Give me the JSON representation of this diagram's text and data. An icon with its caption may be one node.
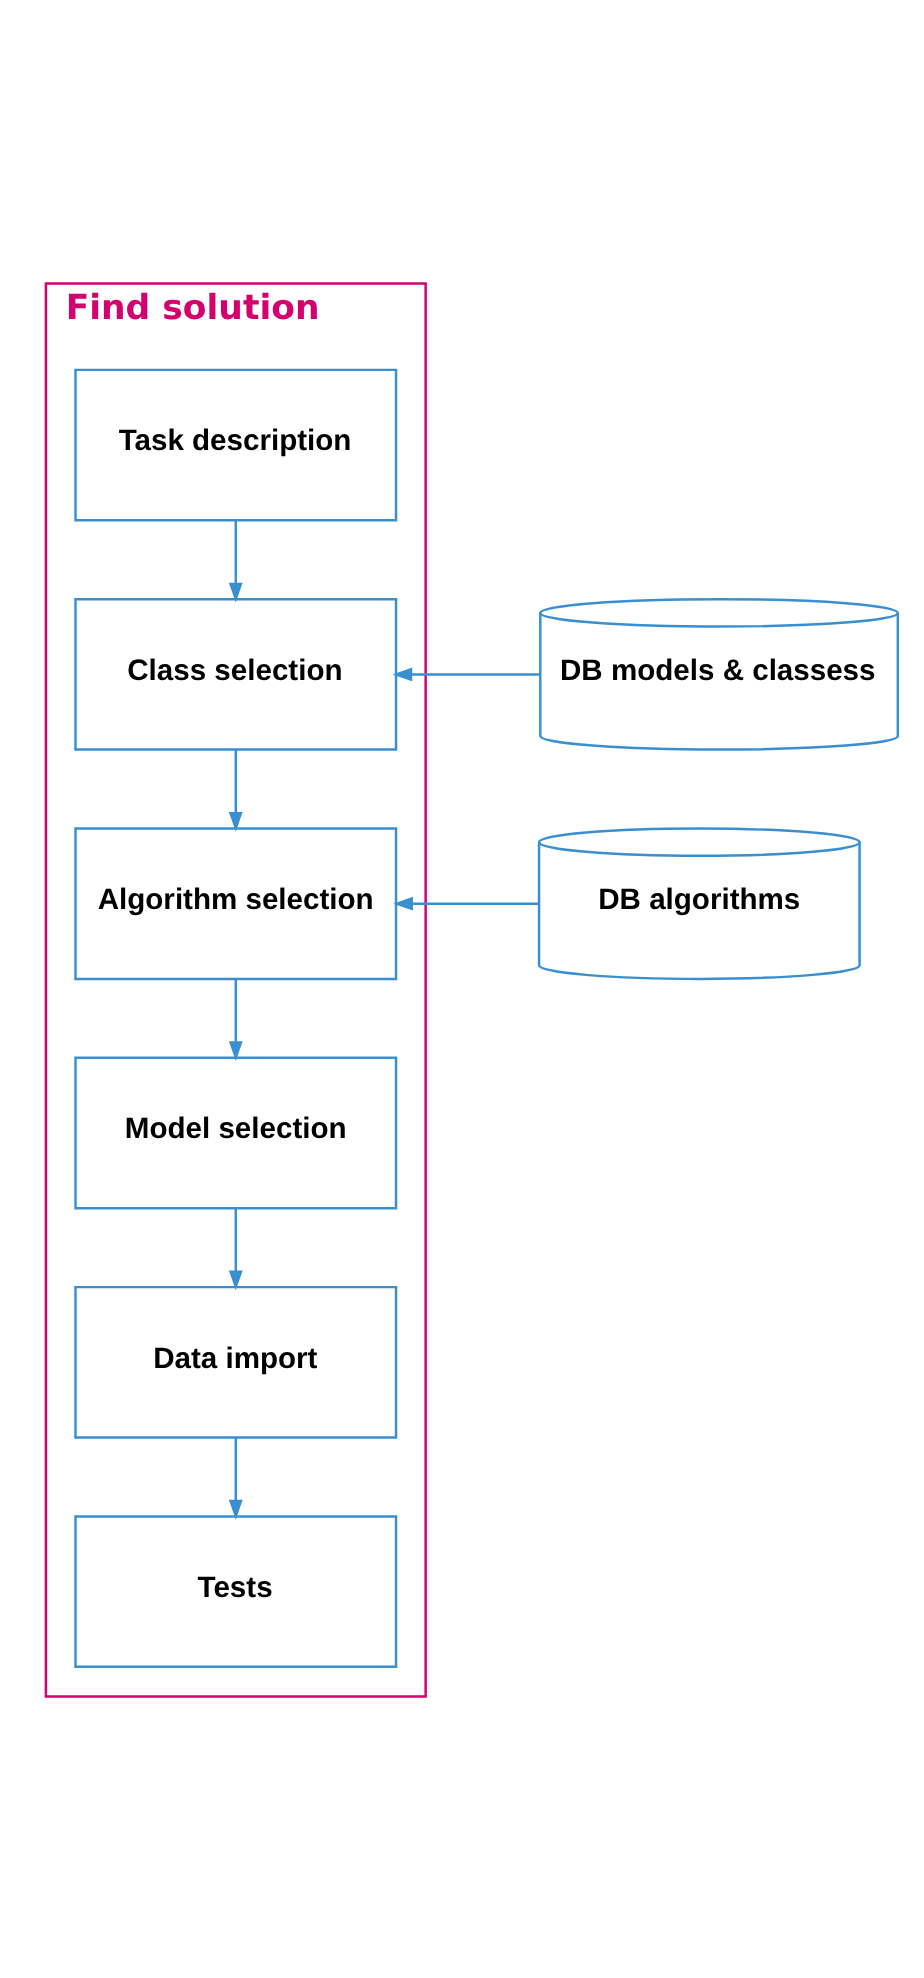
{
  "diagram": {
    "nodes": [
      {
        "text": [
          "Find solution"
        ]
      },
      {
        "text": [
          "Task description"
        ],
        "in": 0
      },
      {
        "text": [
          "Class selection"
        ],
        "in": 0
      },
      {
        "text": [
          "DB models & classess"
        ]
      },
      {
        "text": [
          "Algorithm selection"
        ],
        "in": 0
      },
      {
        "text": [
          "DB algorithms"
        ]
      },
      {
        "text": [
          "Model selection"
        ],
        "in": 0
      },
      {
        "text": [
          "Data import"
        ],
        "in": 0
      },
      {
        "text": [
          "Tests"
        ],
        "in": 0
      }
    ],
    "edges": [
      {
        "from": 1,
        "to": 2,
        "arrow": "to"
      },
      {
        "from": 3,
        "to": 2,
        "arrow": "to"
      },
      {
        "from": 2,
        "to": 4,
        "arrow": "to"
      },
      {
        "from": 5,
        "to": 4,
        "arrow": "to"
      },
      {
        "from": 4,
        "to": 6,
        "arrow": "to"
      },
      {
        "from": 6,
        "to": 7,
        "arrow": "to"
      },
      {
        "from": 7,
        "to": 8,
        "arrow": "to"
      }
    ]
  }
}
